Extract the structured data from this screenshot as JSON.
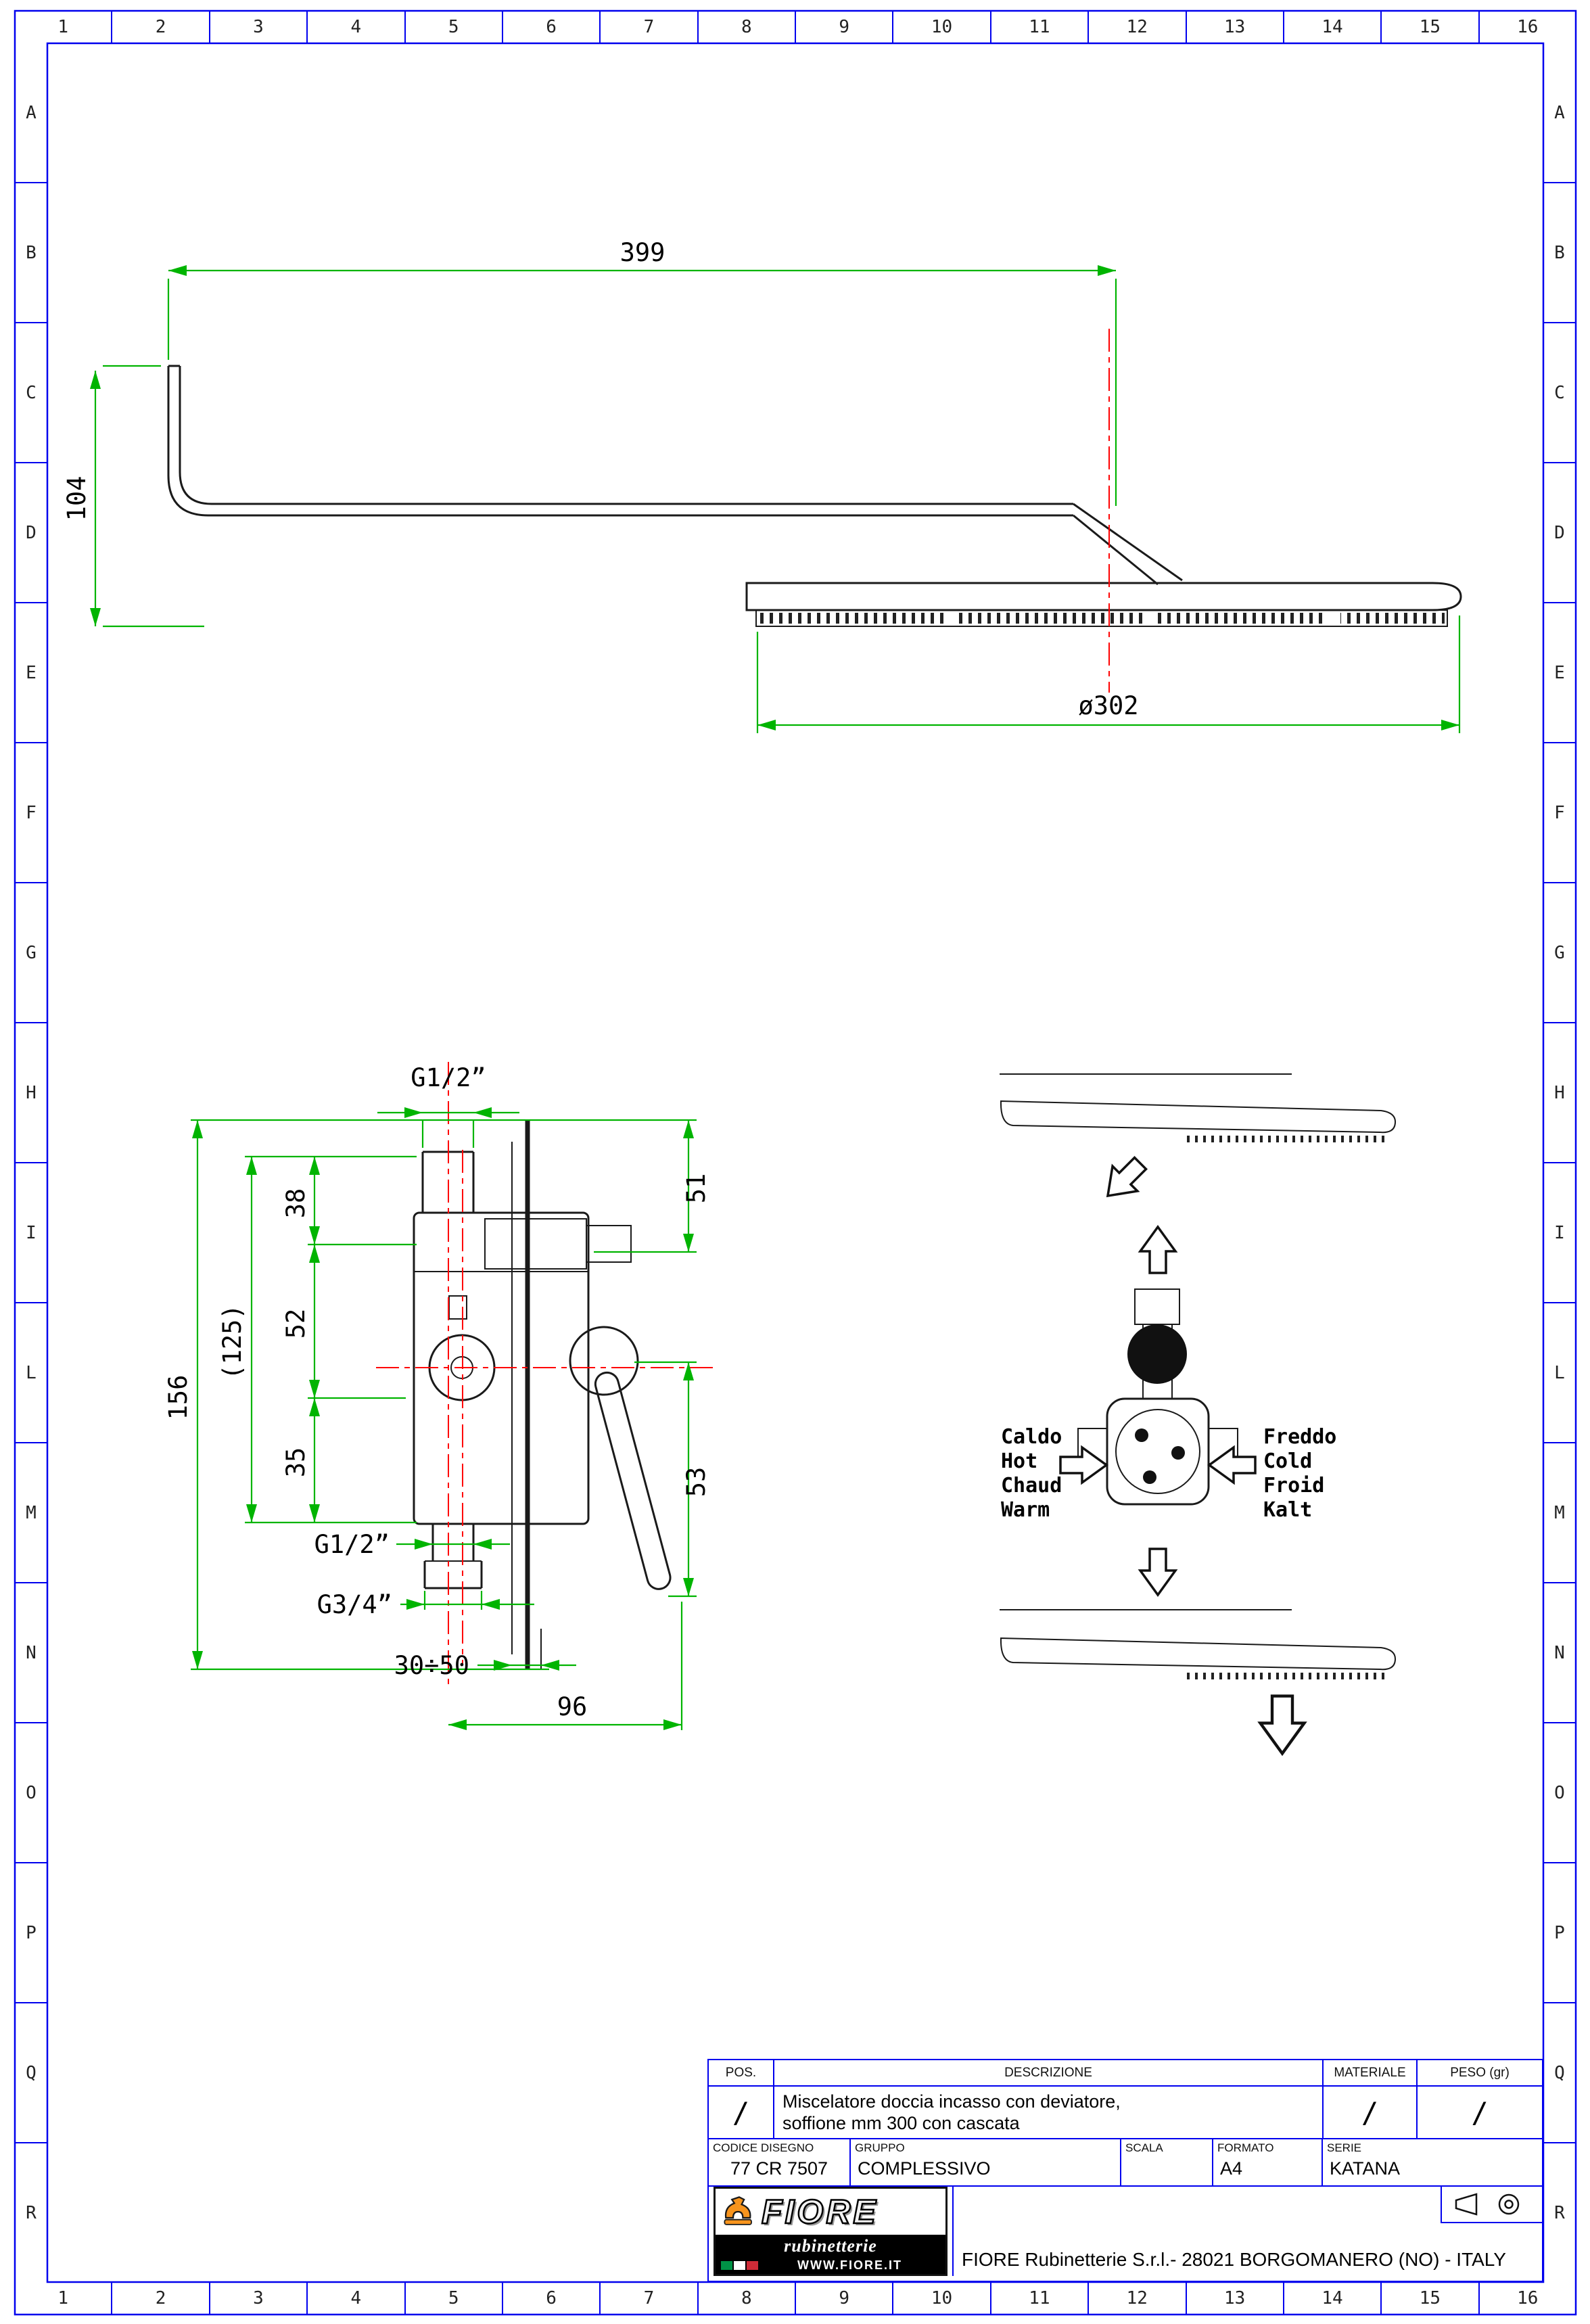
{
  "frame": {
    "columns": [
      "1",
      "2",
      "3",
      "4",
      "5",
      "6",
      "7",
      "8",
      "9",
      "10",
      "11",
      "12",
      "13",
      "14",
      "15",
      "16"
    ],
    "rows": [
      "A",
      "B",
      "C",
      "D",
      "E",
      "F",
      "G",
      "H",
      "I",
      "L",
      "M",
      "N",
      "O",
      "P",
      "Q",
      "R"
    ]
  },
  "colors": {
    "frame": "#0000ee",
    "dimension": "#00b400",
    "centerline": "#ff0000",
    "drawing": "#1a1a1a"
  },
  "shower_profile": {
    "dim_width": "399",
    "dim_height": "104",
    "dim_diameter": "ø302"
  },
  "valve": {
    "dim_top_thread": "G1/2”",
    "dim_seg1": "38",
    "dim_seg2": "52",
    "dim_seg3": "35",
    "dim_total_paren": "(125)",
    "dim_total": "156",
    "dim_right_top": "51",
    "dim_right_bottom": "53",
    "dim_bottom_thread1": "G1/2”",
    "dim_bottom_thread2": "G3/4”",
    "dim_wall_range": "30÷50",
    "dim_handle": "96"
  },
  "schematic": {
    "hot": [
      "Caldo",
      "Hot",
      "Chaud",
      "Warm"
    ],
    "cold": [
      "Freddo",
      "Cold",
      "Froid",
      "Kalt"
    ]
  },
  "title_block": {
    "pos_label": "POS.",
    "pos_value": "/",
    "descrizione_label": "DESCRIZIONE",
    "descrizione_line1": "Miscelatore doccia incasso con deviatore,",
    "descrizione_line2": "soffione mm 300 con cascata",
    "materiale_label": "MATERIALE",
    "materiale_value": "/",
    "peso_label": "PESO (gr)",
    "peso_value": "/",
    "codice_label": "CODICE DISEGNO",
    "codice_value": "77 CR 7507",
    "gruppo_label": "GRUPPO",
    "gruppo_value": "COMPLESSIVO",
    "scala_label": "SCALA",
    "formato_label": "FORMATO",
    "formato_value": "A4",
    "serie_label": "SERIE",
    "serie_value": "KATANA",
    "company": "FIORE Rubinetterie S.r.l.- 28021 BORGOMANERO (NO) - ITALY",
    "logo": {
      "name": "FIORE",
      "sub": "rubinetterie",
      "url": "WWW.FIORE.IT"
    }
  }
}
